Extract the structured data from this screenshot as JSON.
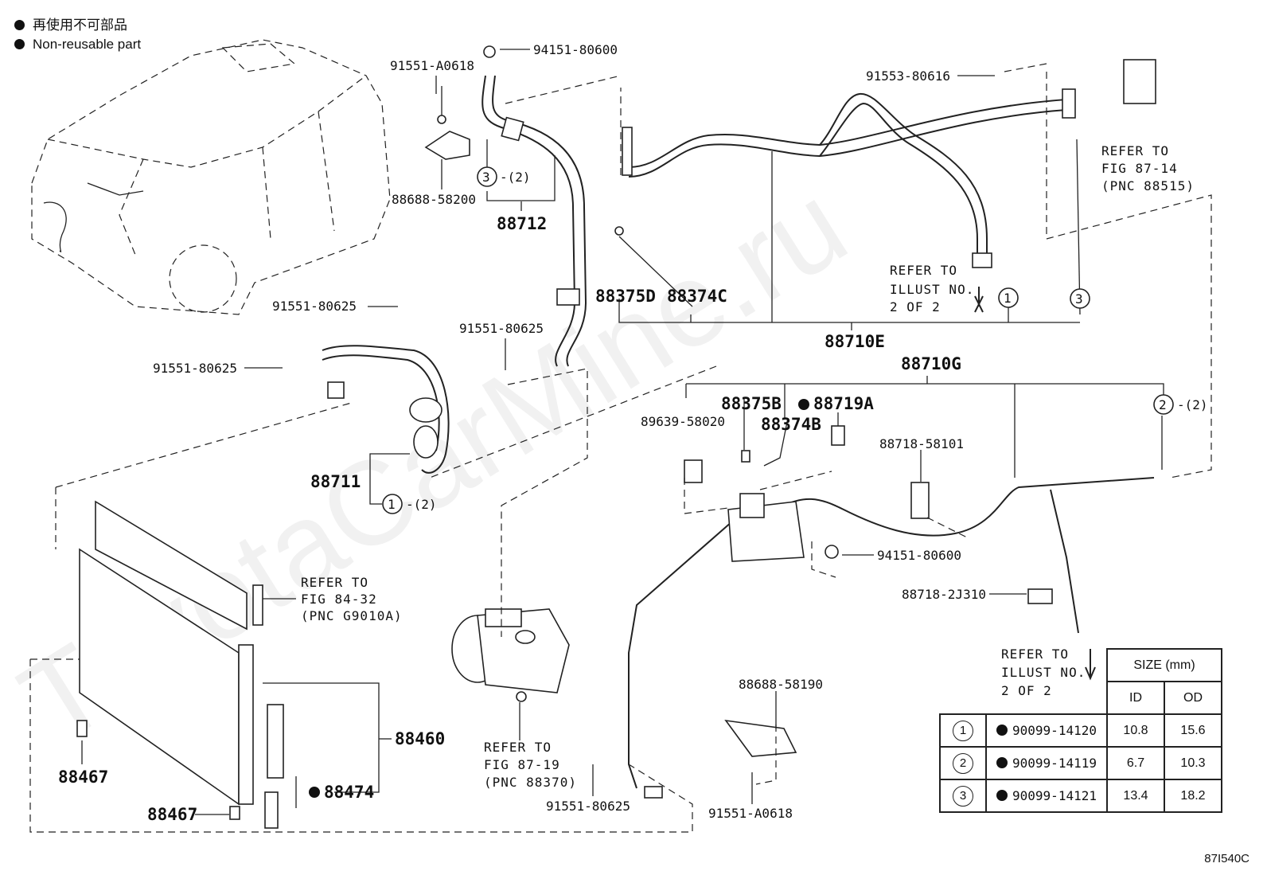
{
  "legend": {
    "line1": "再使用不可部品",
    "line2": "Non-reusable part"
  },
  "watermark": "ToyotaCarMine.ru",
  "figure_code": "87I540C",
  "labels": {
    "p94151_top": "94151-80600",
    "p91551A_top": "91551-A0618",
    "p88688_58200": "88688-58200",
    "p88712": "88712",
    "c3_q": "-(2)",
    "p91553": "91553-80616",
    "refer_87_14_a": "REFER TO",
    "refer_87_14_b": "FIG 87-14",
    "refer_87_14_c": "(PNC 88515)",
    "refer_illust_a": "REFER TO",
    "refer_illust_b": "ILLUST NO.",
    "refer_illust_c": "2 OF 2",
    "p88375D": "88375D",
    "p88374C": "88374C",
    "p88710E": "88710E",
    "p88710G": "88710G",
    "p91551_80625_a": "91551-80625",
    "p91551_80625_b": "91551-80625",
    "p91551_80625_c": "91551-80625",
    "p91551_80625_d": "91551-80625",
    "p88711": "88711",
    "c1_q": "-(2)",
    "p89639": "89639-58020",
    "p88375B": "88375B",
    "p88374B": "88374B",
    "p88719A": "88719A",
    "c2_q": "-(2)",
    "p88718_58101": "88718-58101",
    "p94151_mid": "94151-80600",
    "p88718_2J310": "88718-2J310",
    "refer_84_32_a": "REFER TO",
    "refer_84_32_b": "FIG 84-32",
    "refer_84_32_c": "(PNC G9010A)",
    "refer_illust2_a": "REFER TO",
    "refer_illust2_b": "ILLUST NO.",
    "refer_illust2_c": "2 OF 2",
    "p88688_58190": "88688-58190",
    "p88460": "88460",
    "p88467_a": "88467",
    "p88467_b": "88467",
    "p88474": "88474",
    "refer_87_19_a": "REFER TO",
    "refer_87_19_b": "FIG 87-19",
    "refer_87_19_c": "(PNC 88370)",
    "p91551A_bottom": "91551-A0618",
    "circ1": "1",
    "circ2": "2",
    "circ3": "3"
  },
  "size_table": {
    "header": "SIZE (mm)",
    "col_id": "ID",
    "col_od": "OD",
    "rows": [
      {
        "mark": "1",
        "part": "90099-14120",
        "id": "10.8",
        "od": "15.6"
      },
      {
        "mark": "2",
        "part": "90099-14119",
        "id": "6.7",
        "od": "10.3"
      },
      {
        "mark": "3",
        "part": "90099-14121",
        "id": "13.4",
        "od": "18.2"
      }
    ]
  }
}
